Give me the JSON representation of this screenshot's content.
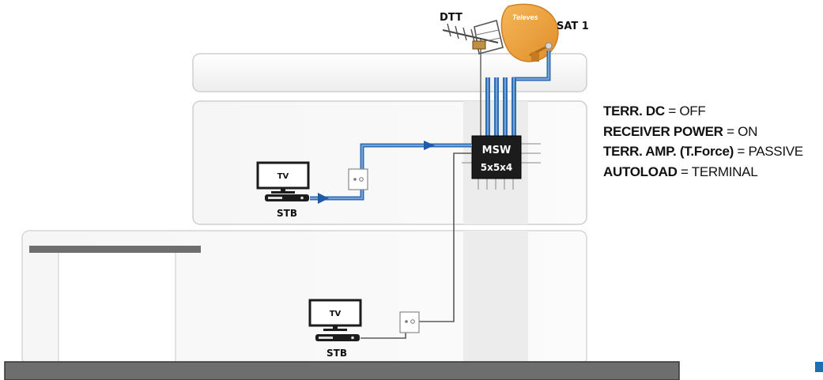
{
  "antennas": {
    "dtt_label": "DTT",
    "sat_label": "SAT 1",
    "dish_brand": "Televes"
  },
  "switch": {
    "line1": "MSW",
    "line2": "5x5x4"
  },
  "rooms": {
    "upper": {
      "tv_label": "TV",
      "stb_label": "STB"
    },
    "lower": {
      "tv_label": "TV",
      "stb_label": "STB"
    }
  },
  "settings": [
    {
      "key": "TERR. DC",
      "value": "OFF"
    },
    {
      "key": "RECEIVER POWER",
      "value": "ON"
    },
    {
      "key": "TERR. AMP. (T.Force)",
      "value": "PASSIVE"
    },
    {
      "key": "AUTOLOAD",
      "value": "TERMINAL"
    }
  ],
  "colors": {
    "cable_blue": "#2e6db4",
    "cable_light": "#8fb5de",
    "dish_orange": "#f0a040",
    "switch_body": "#1c1c1c",
    "ground_gray": "#6e6e6e",
    "accent_mark": "#1a6fb5"
  }
}
